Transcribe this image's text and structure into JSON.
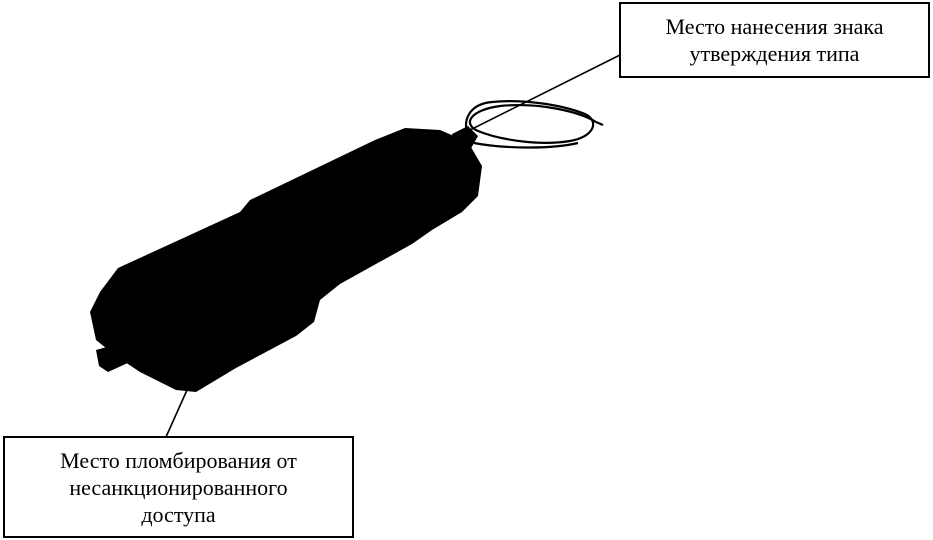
{
  "callouts": {
    "type_approval_mark": {
      "lines": [
        "Место нанесения знака",
        "утверждения типа"
      ]
    },
    "seal_location": {
      "lines": [
        "Место пломбирования от",
        "несанкционированного",
        "доступа"
      ]
    }
  },
  "colors": {
    "device": "#000000",
    "line": "#000000",
    "background": "#ffffff"
  }
}
